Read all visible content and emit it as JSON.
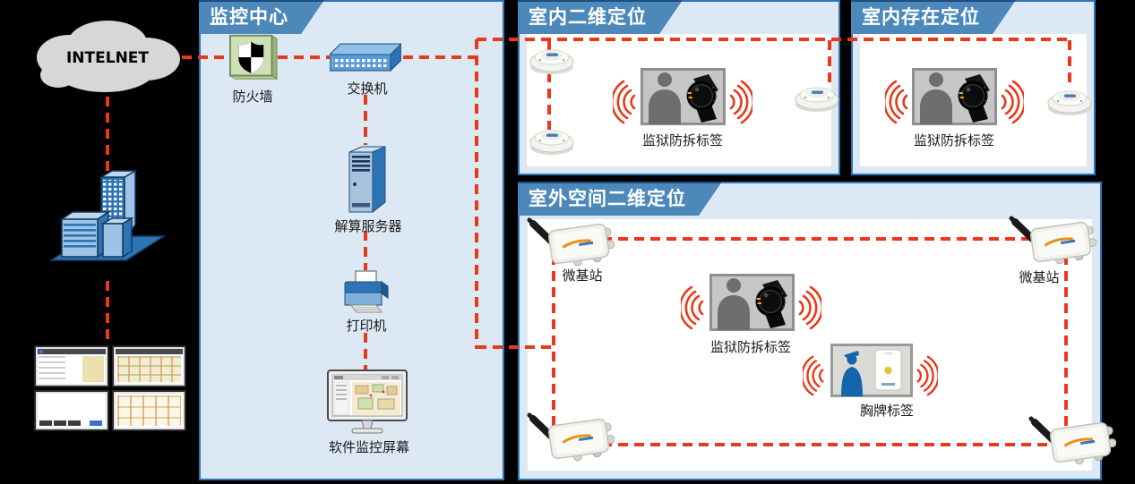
{
  "colors": {
    "background": "#000000",
    "accent_red": "#e9391a",
    "header_blue": "#4c89ba",
    "panel_border": "#2e75b6",
    "panel_bg": "#dce8f4"
  },
  "internet_cloud": {
    "label": "INTELNET"
  },
  "monitoring_center": {
    "title": "监控中心",
    "firewall_label": "防火墙",
    "switch_label": "交换机",
    "server_label": "解算服务器",
    "printer_label": "打印机",
    "screen_label": "软件监控屏幕"
  },
  "indoor_2d": {
    "title": "室内二维定位",
    "tag_label": "监狱防拆标签"
  },
  "indoor_presence": {
    "title": "室内存在定位",
    "tag_label": "监狱防拆标签"
  },
  "outdoor_2d": {
    "title": "室外空间二维定位",
    "left_station_label": "微基站",
    "right_station_label": "微基站",
    "tag_label": "监狱防拆标签",
    "badge_label": "胸牌标签"
  }
}
